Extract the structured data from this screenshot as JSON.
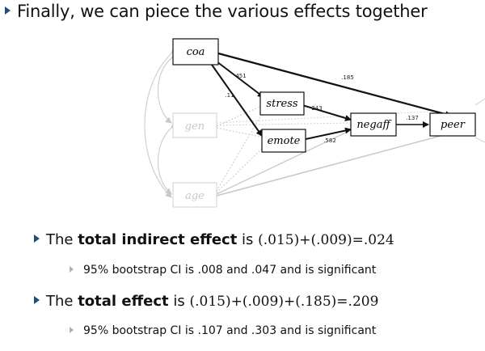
{
  "title": "Finally, we can piece the various effects together",
  "nodes": {
    "coa": "coa",
    "gen": "gen",
    "age": "age",
    "stress": "stress",
    "emote": "emote",
    "negaff": "negaff",
    "peer": "peer"
  },
  "coefficients": {
    "coa_stress": "451",
    "coa_emote": ".11",
    "coa_peer": ".185",
    "stress_negaff": "243",
    "emote_negaff": ".582",
    "negaff_peer": ".137"
  },
  "bullets": [
    {
      "prefix": "The ",
      "bold": "total indirect effect",
      "mid": " is ",
      "formula": "(.015)+(.009)=.024",
      "sub": "95% bootstrap CI is .008 and .047 and is significant"
    },
    {
      "prefix": "The ",
      "bold": "total effect",
      "mid": " is ",
      "formula": "(.015)+(.009)+(.185)=.209",
      "sub": "95% bootstrap CI is .107 and .303 and is significant"
    }
  ],
  "colors": {
    "accent": "#1f4e79",
    "faded": "#c8c8c8",
    "dark": "#111111"
  }
}
